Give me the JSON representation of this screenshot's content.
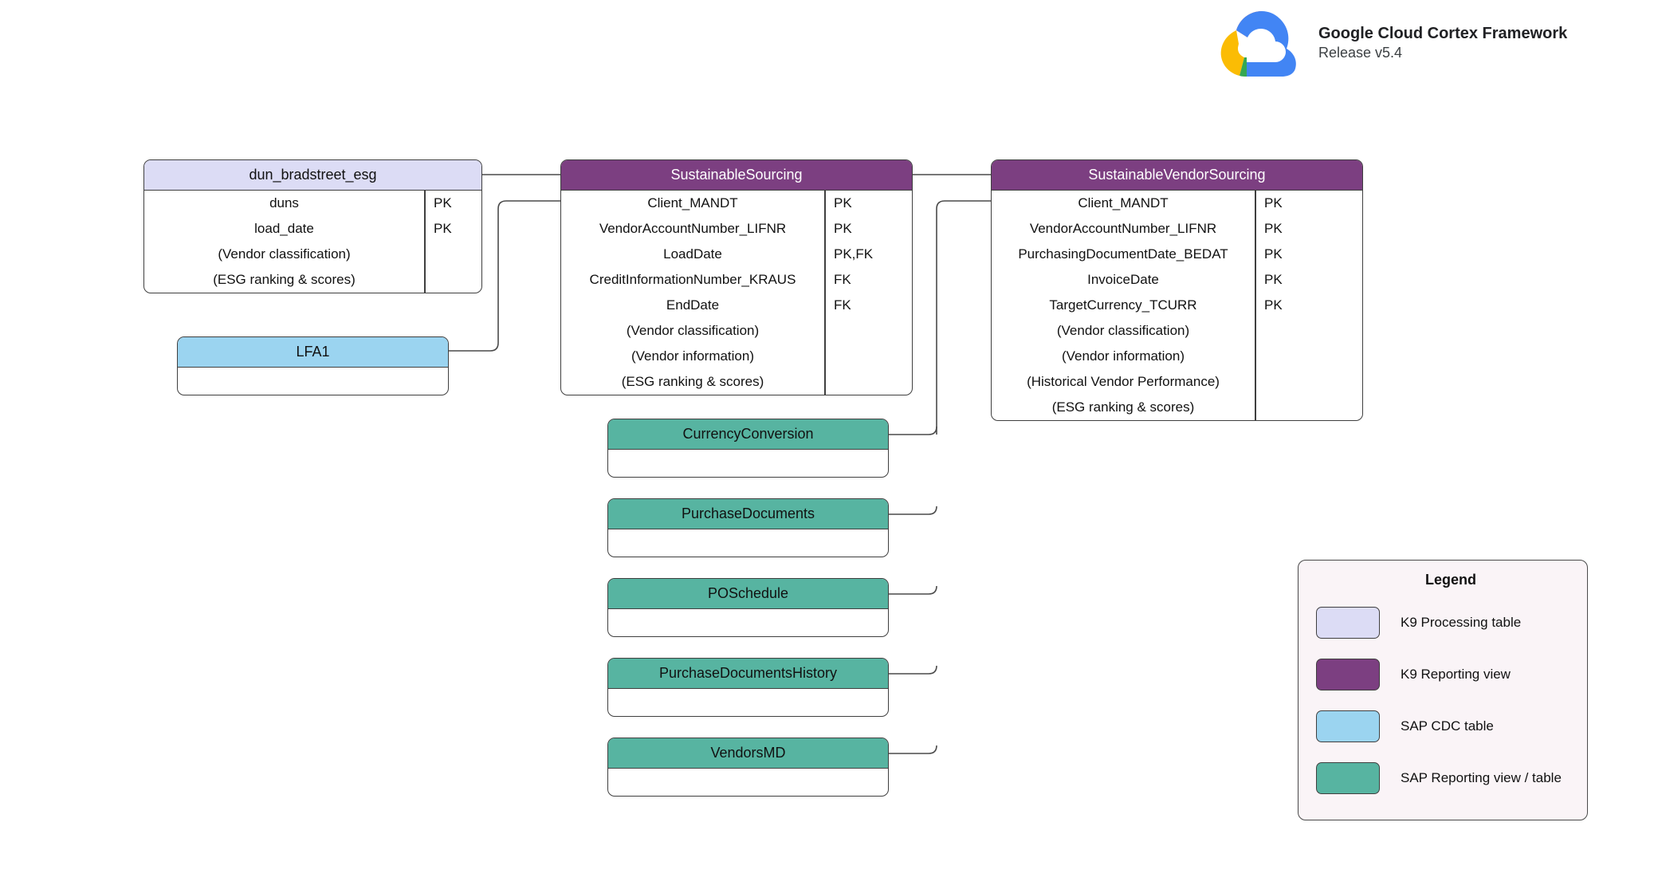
{
  "brand": {
    "title": "Google Cloud Cortex Framework",
    "release": "Release v5.4",
    "logo_icon": "google-cloud-logo",
    "colors": {
      "red": "#EA4335",
      "blue": "#4285F4",
      "yellow": "#FBBC04",
      "green": "#34A853"
    }
  },
  "palette": {
    "k9_processing_table": "#dcdcf5",
    "k9_reporting_view": "#7c3f81",
    "sap_cdc_table": "#9bd4f0",
    "sap_reporting_view": "#57b4a1",
    "legend_background": "#faf4f7",
    "border": "#3f3f3f",
    "connector": "#4a4a4a"
  },
  "entities": [
    {
      "id": "dun-bradstreet-esg",
      "name": "dun_bradstreet_esg",
      "type": "k9proc",
      "fields": [
        {
          "name": "duns",
          "key": "PK"
        },
        {
          "name": "load_date",
          "key": "PK"
        },
        {
          "name": "(Vendor classification)",
          "key": ""
        },
        {
          "name": "(ESG ranking & scores)",
          "key": ""
        }
      ]
    },
    {
      "id": "lfa1",
      "name": "LFA1",
      "type": "sapcdc",
      "fields": []
    },
    {
      "id": "sustainable-sourcing",
      "name": "SustainableSourcing",
      "type": "k9view",
      "fields": [
        {
          "name": "Client_MANDT",
          "key": "PK"
        },
        {
          "name": "VendorAccountNumber_LIFNR",
          "key": "PK"
        },
        {
          "name": "LoadDate",
          "key": "PK,FK"
        },
        {
          "name": "CreditInformationNumber_KRAUS",
          "key": "FK"
        },
        {
          "name": "EndDate",
          "key": "FK"
        },
        {
          "name": "(Vendor classification)",
          "key": ""
        },
        {
          "name": "(Vendor information)",
          "key": ""
        },
        {
          "name": "(ESG ranking & scores)",
          "key": ""
        }
      ]
    },
    {
      "id": "sustainable-vendor-sourcing",
      "name": "SustainableVendorSourcing",
      "type": "k9view",
      "fields": [
        {
          "name": "Client_MANDT",
          "key": "PK"
        },
        {
          "name": "VendorAccountNumber_LIFNR",
          "key": "PK"
        },
        {
          "name": "PurchasingDocumentDate_BEDAT",
          "key": "PK"
        },
        {
          "name": "InvoiceDate",
          "key": "PK"
        },
        {
          "name": "TargetCurrency_TCURR",
          "key": "PK"
        },
        {
          "name": "(Vendor classification)",
          "key": ""
        },
        {
          "name": "(Vendor information)",
          "key": ""
        },
        {
          "name": "(Historical Vendor Performance)",
          "key": ""
        },
        {
          "name": "(ESG ranking & scores)",
          "key": ""
        }
      ]
    },
    {
      "id": "currency-conversion",
      "name": "CurrencyConversion",
      "type": "sapview",
      "fields": []
    },
    {
      "id": "purchase-documents",
      "name": "PurchaseDocuments",
      "type": "sapview",
      "fields": []
    },
    {
      "id": "po-schedule",
      "name": "POSchedule",
      "type": "sapview",
      "fields": []
    },
    {
      "id": "purchase-documents-history",
      "name": "PurchaseDocumentsHistory",
      "type": "sapview",
      "fields": []
    },
    {
      "id": "vendors-md",
      "name": "VendorsMD",
      "type": "sapview",
      "fields": []
    }
  ],
  "legend": {
    "title": "Legend",
    "items": [
      {
        "label": "K9 Processing table",
        "color": "#dcdcf5"
      },
      {
        "label": "K9 Reporting view",
        "color": "#7c3f81"
      },
      {
        "label": "SAP CDC table",
        "color": "#9bd4f0"
      },
      {
        "label": "SAP Reporting view / table",
        "color": "#57b4a1"
      }
    ]
  }
}
